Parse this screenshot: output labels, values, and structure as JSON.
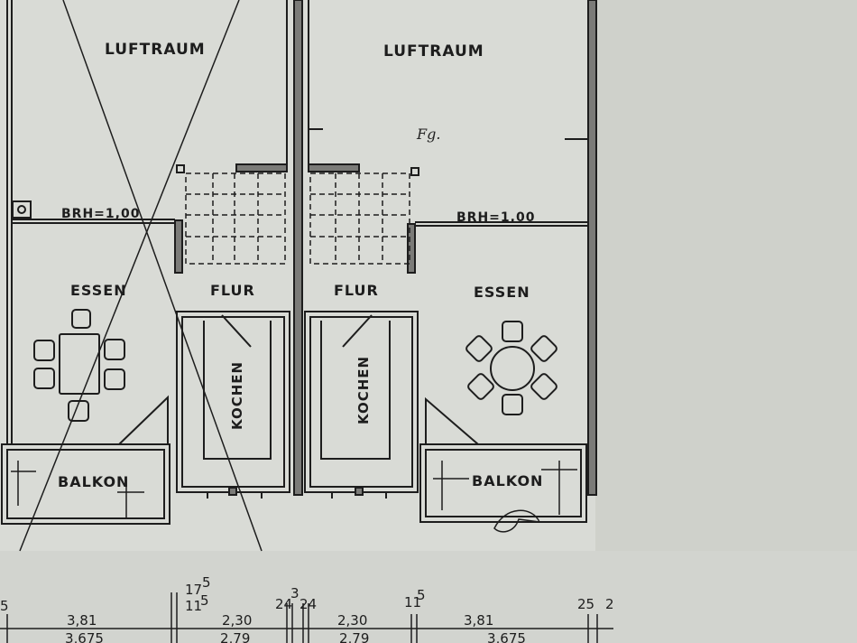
{
  "drawing": {
    "left_unit": {
      "upper_room": "LUFTRAUM",
      "parapet": "BRH=1,00",
      "dining": "ESSEN",
      "hall": "FLUR",
      "kitchen": "KOCHEN",
      "balcony": "BALKON"
    },
    "right_unit": {
      "upper_room": "LUFTRAUM",
      "parapet": "BRH=1,00",
      "dining": "ESSEN",
      "hall": "FLUR",
      "kitchen": "KOCHEN",
      "balcony": "BALKON",
      "annotation": "Fg."
    }
  },
  "dimensions": {
    "top": [
      "5",
      "17",
      "5",
      "11",
      "5",
      "24",
      "3",
      "24",
      "11",
      "5",
      "25",
      "2"
    ],
    "main": [
      "3,81",
      "2,30",
      "2,30",
      "3,81"
    ],
    "bottom": [
      "3,675",
      "2,79",
      "2,79",
      "3,675"
    ]
  },
  "colors": {
    "paper": "#d9dbd6",
    "ink": "#1d1d1d",
    "wall_fill": "#7b7b78"
  }
}
